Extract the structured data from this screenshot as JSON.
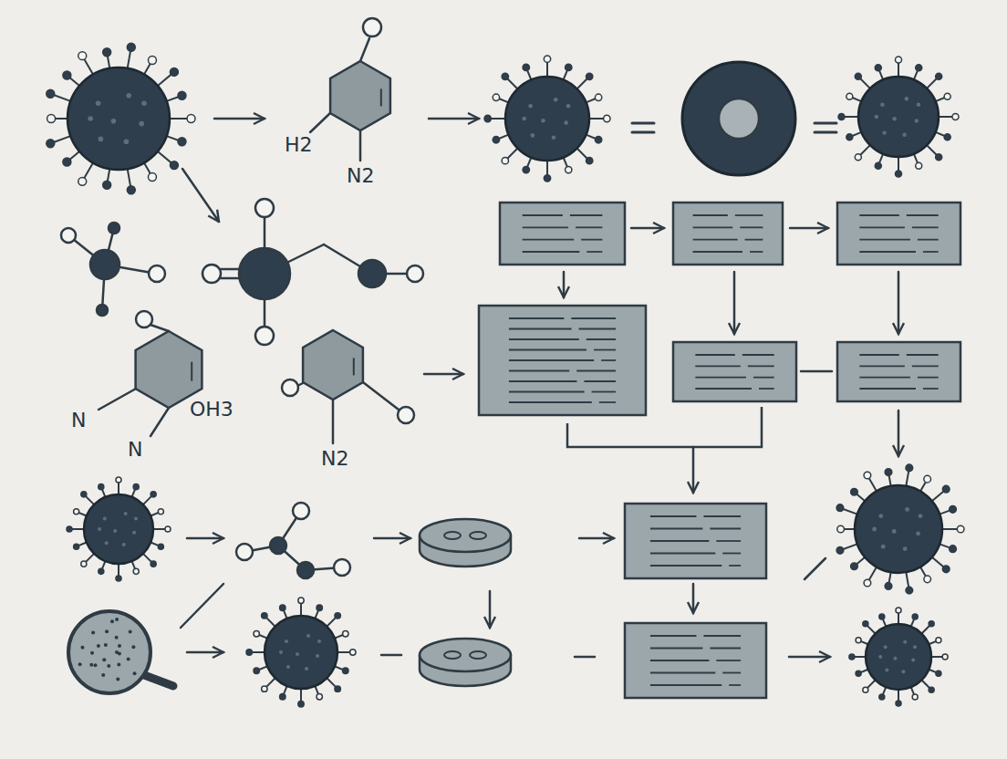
{
  "diagram": {
    "labels": [
      "H2",
      "N2",
      "N",
      "N",
      "OH3",
      "N2"
    ]
  }
}
